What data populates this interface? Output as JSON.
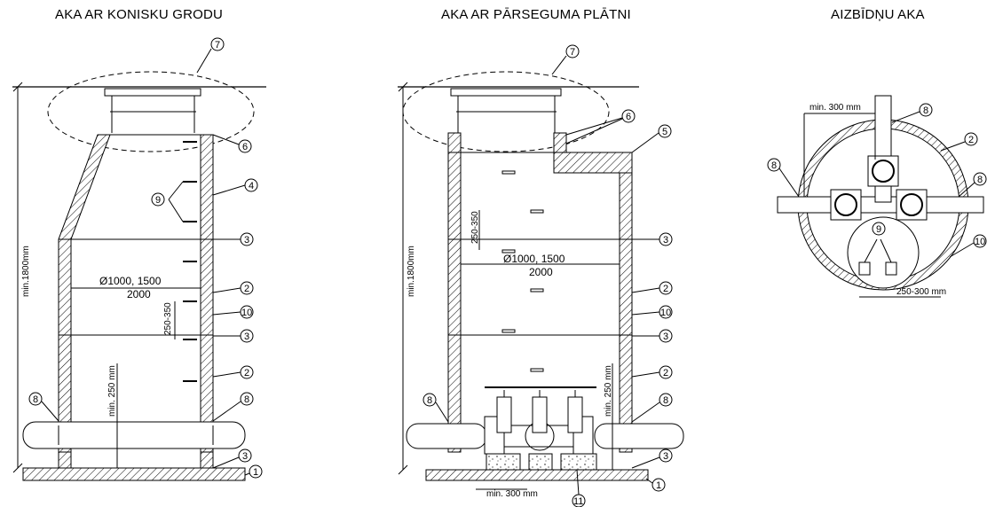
{
  "titles": {
    "left": "AKA AR KONISKU GRODU",
    "middle": "AKA AR PĀRSEGUMA PLĀTNI",
    "right": "AIZBĪDŅU AKA"
  },
  "dimensions": {
    "height_left": "min.1800mm",
    "height_middle": "min.1800mm",
    "diameter_top": "Ø1000, 1500",
    "diameter_bottom": "2000",
    "step_spacing": "250-350",
    "min_250": "min. 250 mm",
    "min_300": "min. 300 mm",
    "min_300_plan": "min. 300 mm",
    "spacing_plan": "250-300 mm"
  },
  "markers": {
    "m1": "1",
    "m2": "2",
    "m3": "3",
    "m4": "4",
    "m5": "5",
    "m6": "6",
    "m7": "7",
    "m8": "8",
    "m9": "9",
    "m10": "10",
    "m11": "11"
  }
}
